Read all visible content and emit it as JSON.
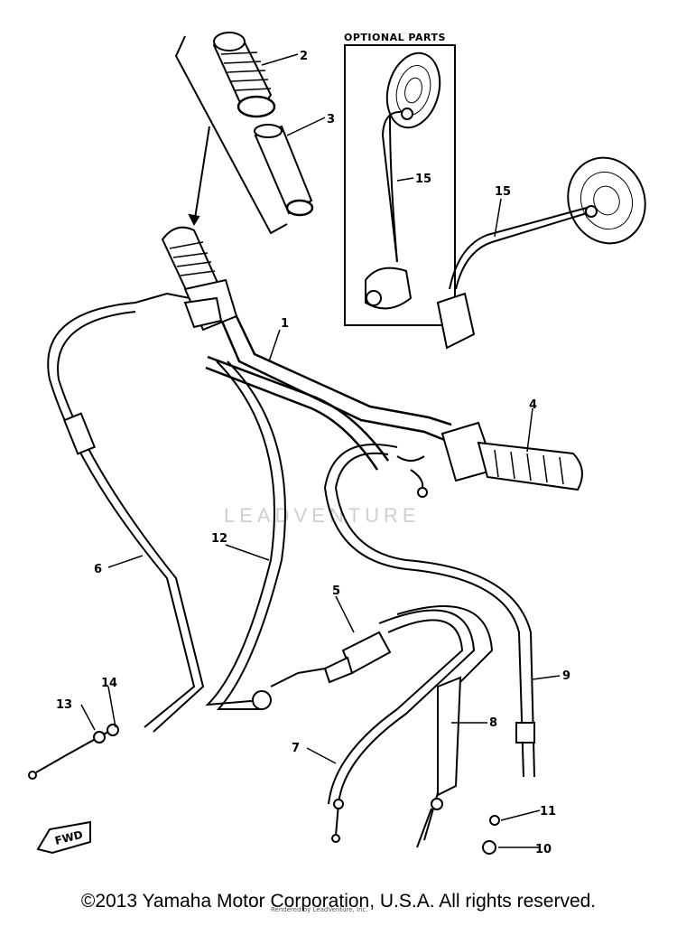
{
  "diagram": {
    "optional_parts_label": "OPTIONAL PARTS",
    "watermark": "LEADVENTURE",
    "fwd_label": "FWD",
    "callouts": {
      "c1": "1",
      "c2": "2",
      "c3": "3",
      "c4": "4",
      "c5": "5",
      "c6": "6",
      "c7": "7",
      "c8": "8",
      "c9": "9",
      "c10": "10",
      "c11": "11",
      "c12": "12",
      "c13": "13",
      "c14": "14",
      "c15a": "15",
      "c15b": "15"
    }
  },
  "footer": {
    "copyright": "©2013 Yamaha Motor Corporation, U.S.A. All rights reserved.",
    "small_print": "Rendered by LeadVenture, Inc."
  }
}
